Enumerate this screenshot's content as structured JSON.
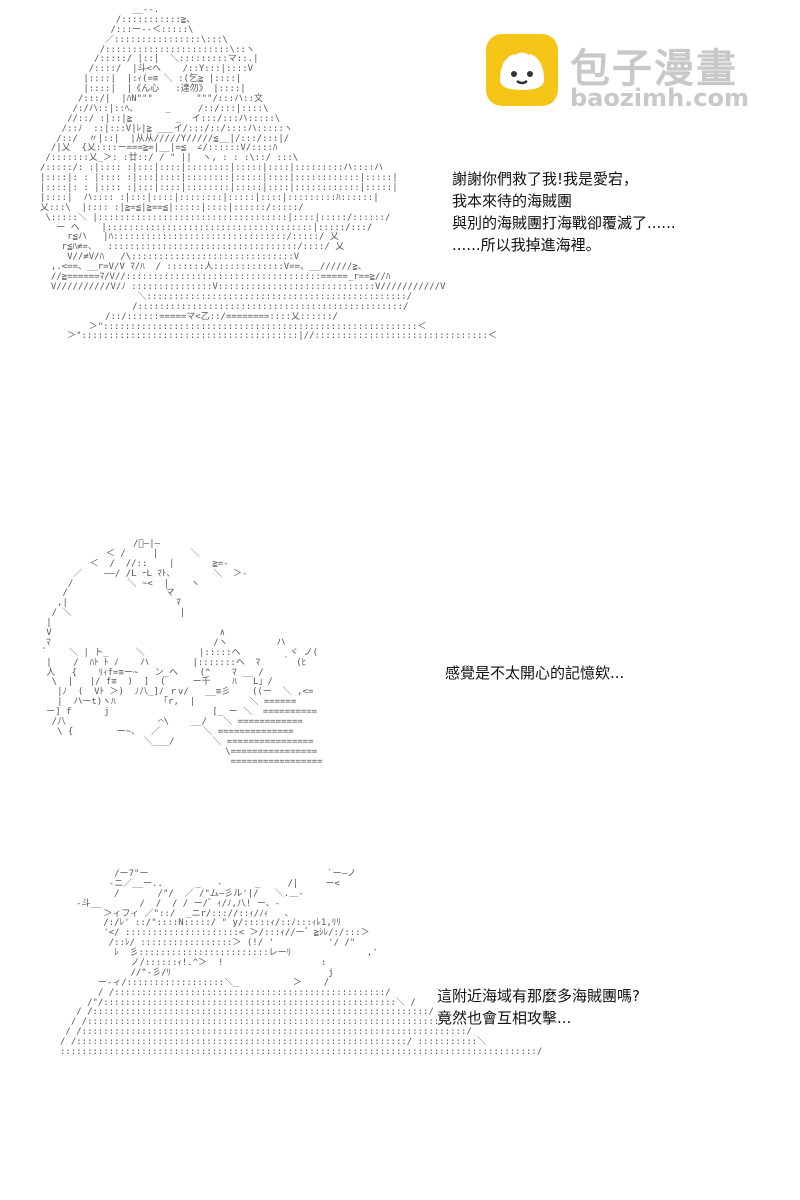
{
  "logo": {
    "name_cn": "包子漫畫",
    "url": "baozimh.com",
    "icon": "bun-face-icon",
    "icon_color": "#f5c518"
  },
  "panels": [
    {
      "lines": [
        "謝謝你們救了我!我是愛宕，",
        "我本來待的海賊團",
        "與別的海賊團打海戰卻覆滅了......",
        "......所以我掉進海裡。"
      ]
    },
    {
      "lines": [
        "感覺是不太開心的記憶欸..."
      ]
    },
    {
      "lines": [
        "這附近海域有那麼多海賊團嗎?",
        "竟然也會互相攻擊..."
      ]
    }
  ]
}
